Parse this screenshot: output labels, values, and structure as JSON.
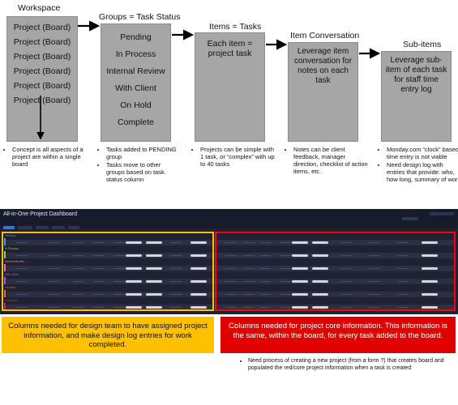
{
  "flow": {
    "stages": [
      {
        "header": "Workspace",
        "items": [
          "Project (Board)",
          "Project (Board)",
          "Project (Board)",
          "Project (Board)",
          "Project (Board)",
          "Project (Board)"
        ],
        "notes": [
          "Concept is all aspects of a project are within a single board"
        ]
      },
      {
        "header": "Groups = Task Status",
        "items": [
          "Pending",
          "In Process",
          "Internal Review",
          "With Client",
          "On Hold",
          "Complete"
        ],
        "notes": [
          "Tasks added to PENDING group",
          "Tasks move to other groups based on task status column"
        ]
      },
      {
        "header": "Items = Tasks",
        "text": "Each item = project task",
        "notes": [
          "Projects can be simple with 1 task, or “complex” with up to 40 tasks"
        ]
      },
      {
        "header": "Item Conversation",
        "text": "Leverage item conversation for notes on each task",
        "notes": [
          "Notes can be client feedback, manager direction, checklist of action items, etc."
        ]
      },
      {
        "header": "Sub-items",
        "text": "Leverage sub-item of each task for staff time entry log",
        "notes": [
          "Monday.com “clock” based time entry is not viable",
          "Need design log with entries that provide: who, how long, summary of work"
        ]
      }
    ]
  },
  "dashboard": {
    "title": "All-in-One Project Dashboard",
    "groups": [
      {
        "name": "Pending",
        "color": "#4c9be8"
      },
      {
        "name": "In Process",
        "color": "#9cd326"
      },
      {
        "name": "Internal Review",
        "color": "#ff7575"
      },
      {
        "name": "With Client",
        "color": "#a25ddc"
      },
      {
        "name": "On Hold",
        "color": "#ff642e"
      },
      {
        "name": "Complete",
        "color": "#bb3354"
      }
    ]
  },
  "callouts": {
    "yellow": "Columns needed for design team to have assigned project information, and make design log entries for work completed.",
    "red": "Columns needed for project core information. This information is the same, within the board, for every task added to the board.",
    "footnote": "Need process of creating a new project (from a form ?) that creates board and populated the red/core project information when a task is created"
  },
  "colors": {
    "box": "#a6a6a6",
    "yellow": "#ffc000",
    "red": "#e00000",
    "dash_bg": "#1f2233"
  }
}
